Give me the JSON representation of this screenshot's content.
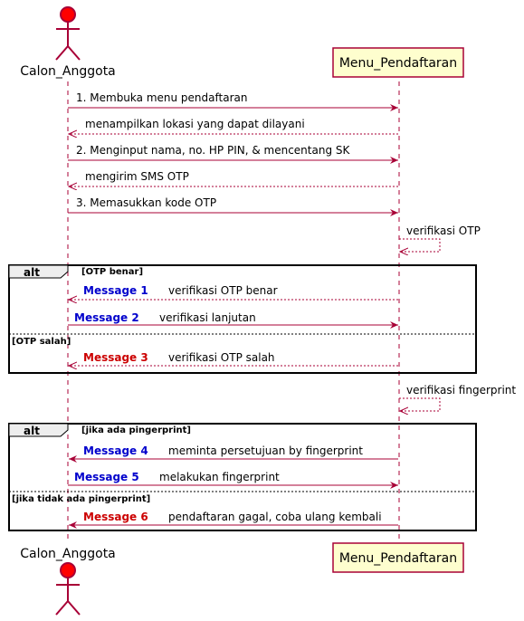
{
  "colors": {
    "arrow": "#A80036",
    "participant_fill": "#FEFECE",
    "actor_fill": "#FF0000",
    "lifeline": "#A80036",
    "tag_blue": "#0000CC",
    "tag_red": "#CC0000"
  },
  "participants": {
    "actor": {
      "label": "Calon_Anggota",
      "icon": "stick-figure-actor-icon"
    },
    "system": {
      "label": "Menu_Pendaftaran"
    }
  },
  "messages": [
    {
      "text": "1. Membuka menu pendaftaran",
      "direction": "right",
      "style": "solid"
    },
    {
      "text": "menampilkan lokasi yang dapat dilayani",
      "direction": "left",
      "style": "dashed"
    },
    {
      "text": "2. Menginput nama, no. HP PIN, & mencentang SK",
      "direction": "right",
      "style": "solid"
    },
    {
      "text": "mengirim SMS OTP",
      "direction": "left",
      "style": "dashed"
    },
    {
      "text": "3. Memasukkan kode OTP",
      "direction": "right",
      "style": "solid"
    },
    {
      "text": "verifikasi OTP",
      "direction": "self",
      "style": "dashed"
    }
  ],
  "alt1": {
    "keyword": "alt",
    "cond1": "[OTP benar]",
    "cond2": "[OTP salah]",
    "m1": {
      "tag": "Message 1",
      "text": "verifikasi OTP benar"
    },
    "m2": {
      "tag": "Message 2",
      "text": "verifikasi lanjutan"
    },
    "m3": {
      "tag": "Message 3",
      "text": "verifikasi OTP salah"
    }
  },
  "self2": {
    "text": "verifikasi fingerprint"
  },
  "alt2": {
    "keyword": "alt",
    "cond1": "[jika ada pingerprint]",
    "cond2": "[jika tidak ada pingerprint]",
    "m4": {
      "tag": "Message 4",
      "text": "meminta persetujuan by fingerprint"
    },
    "m5": {
      "tag": "Message 5",
      "text": "melakukan fingerprint"
    },
    "m6": {
      "tag": "Message 6",
      "text": "pendaftaran gagal, coba ulang kembali"
    }
  }
}
